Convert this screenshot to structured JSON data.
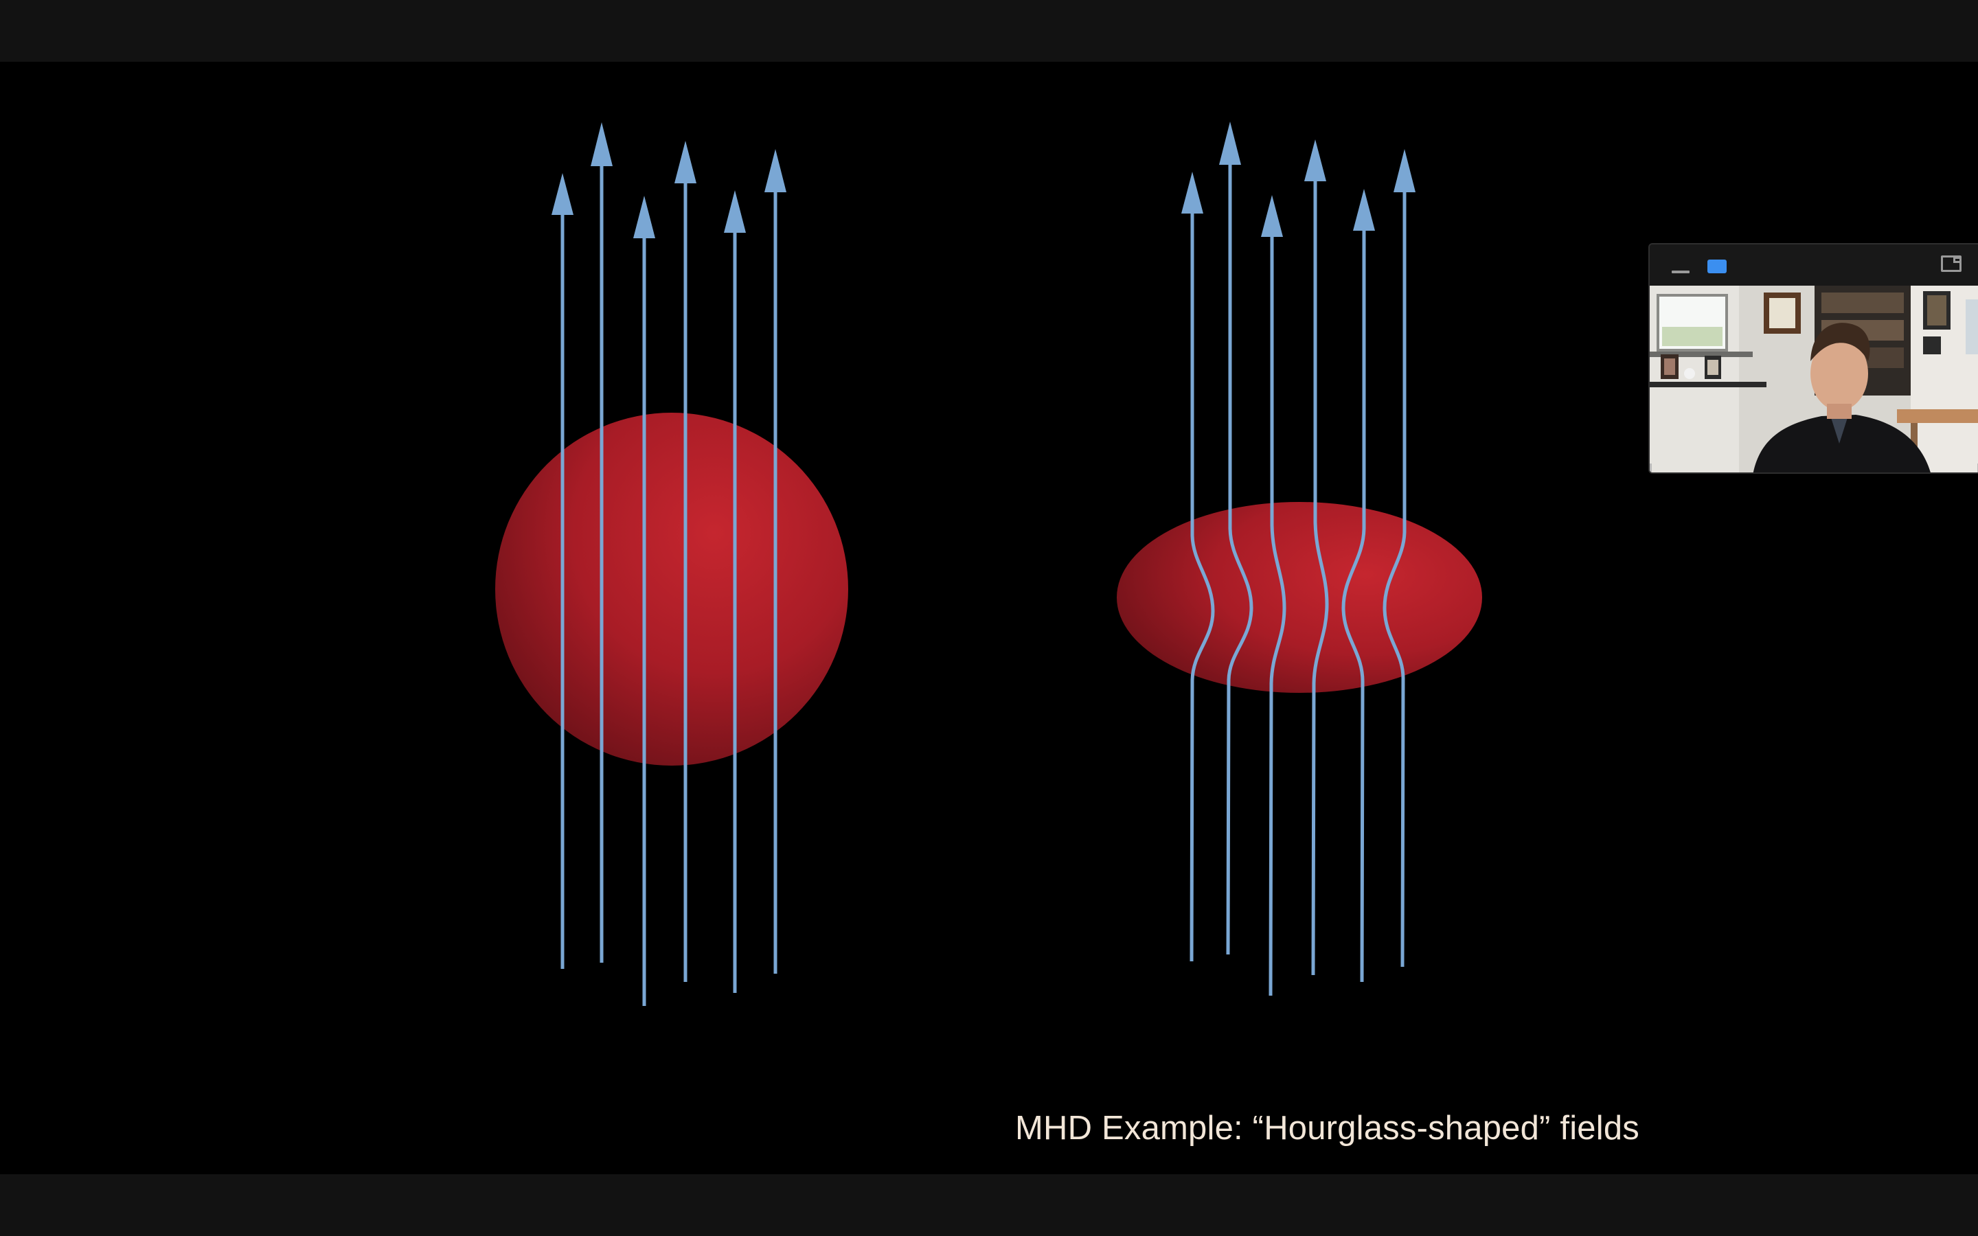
{
  "slide": {
    "caption": "MHD Example: “Hourglass-shaped” fields",
    "colors": {
      "background": "#000000",
      "sphere": "#b81e2a",
      "field_line": "#7aa7d4",
      "caption": "#f2e6d8"
    },
    "diagrams": [
      {
        "name": "spherical-cloud",
        "shape": "sphere",
        "field_lines": 6
      },
      {
        "name": "flattened-cloud",
        "shape": "oblate-ellipsoid",
        "field_lines": 6,
        "field_shape": "hourglass-pinched"
      }
    ]
  },
  "video_panel": {
    "controls": [
      "minimize-icon",
      "view-mode-icon",
      "expand-icon"
    ],
    "feed": "participant-video",
    "colors": {
      "header": "#181818",
      "accent": "#3b8ff0"
    }
  }
}
